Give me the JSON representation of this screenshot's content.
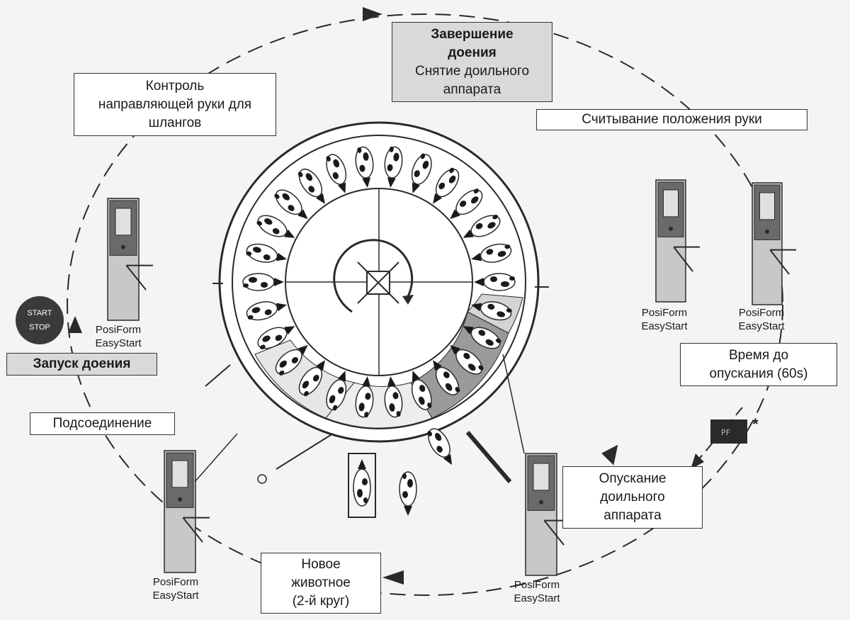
{
  "boxes": {
    "end_milking": {
      "title_1": "Завершение",
      "title_2": "доения",
      "line_1": "Снятие доильного",
      "line_2": "аппарата"
    },
    "guide_arm": {
      "line_1": "Контроль",
      "line_2": "направляющей руки для",
      "line_3": "шлангов"
    },
    "arm_position": {
      "text": "Считывание положения руки"
    },
    "start_milking": {
      "text": "Запуск доения"
    },
    "connection": {
      "text": "Подсоединение"
    },
    "time_to_lower": {
      "line_1": "Время до",
      "line_2": "опускания  (60s)"
    },
    "lowering": {
      "line_1": "Опускание",
      "line_2": "доильного",
      "line_3": "аппарата"
    },
    "new_animal": {
      "line_1": "Новое",
      "line_2": "животное",
      "line_3": "(2-й круг)"
    }
  },
  "start_stop": {
    "start": "START",
    "stop": "STOP"
  },
  "devices": [
    {
      "line_1": "PosiForm",
      "line_2": "EasyStart"
    },
    {
      "line_1": "PosiForm",
      "line_2": "EasyStart"
    },
    {
      "line_1": "PosiForm",
      "line_2": "EasyStart"
    },
    {
      "line_1": "PosiForm",
      "line_2": "EasyStart"
    },
    {
      "line_1": "PosiForm",
      "line_2": "EasyStart"
    }
  ],
  "asterisk": "*",
  "colors": {
    "line": "#2a2a2a",
    "cow_body": "#ffffff",
    "cow_spot": "#1a1a1a",
    "device_dark": "#6a6a6a",
    "box_grey": "#d9d9d9"
  }
}
